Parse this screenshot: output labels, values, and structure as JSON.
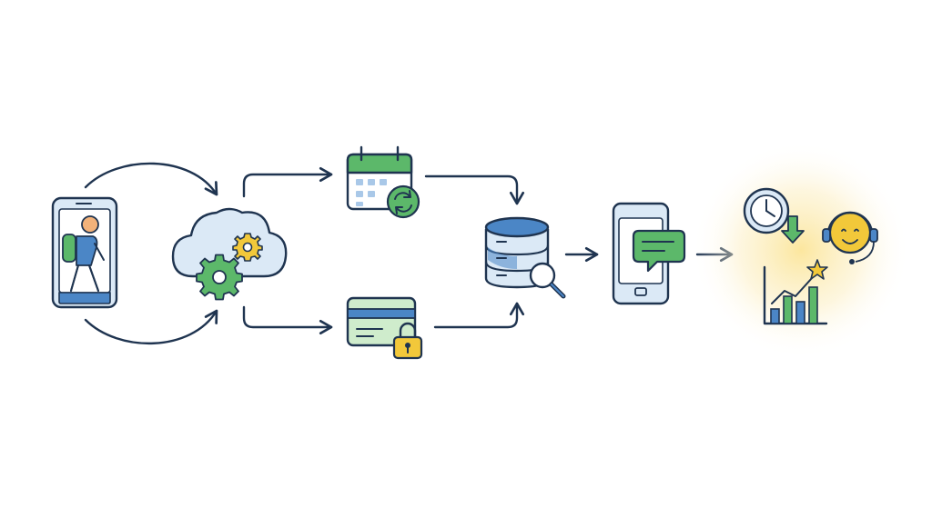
{
  "nodes": [
    {
      "id": "traveler-phone",
      "icon": "mobile-traveler-icon"
    },
    {
      "id": "cloud-processing",
      "icon": "cloud-gears-icon"
    },
    {
      "id": "booking-calendar",
      "icon": "calendar-sync-icon"
    },
    {
      "id": "secure-payment",
      "icon": "credit-card-lock-icon"
    },
    {
      "id": "database-search",
      "icon": "database-search-icon"
    },
    {
      "id": "phone-notification",
      "icon": "phone-message-icon"
    },
    {
      "id": "service-outcomes",
      "icon": "support-results-icon"
    }
  ],
  "edges": [
    {
      "from": "traveler-phone",
      "to": "cloud-processing",
      "style": "curved-top"
    },
    {
      "from": "traveler-phone",
      "to": "cloud-processing",
      "style": "curved-bottom"
    },
    {
      "from": "cloud-processing",
      "to": "booking-calendar",
      "style": "elbow"
    },
    {
      "from": "cloud-processing",
      "to": "secure-payment",
      "style": "elbow"
    },
    {
      "from": "booking-calendar",
      "to": "database-search",
      "style": "elbow"
    },
    {
      "from": "secure-payment",
      "to": "database-search",
      "style": "elbow"
    },
    {
      "from": "database-search",
      "to": "phone-notification",
      "style": "straight"
    },
    {
      "from": "phone-notification",
      "to": "service-outcomes",
      "style": "straight"
    }
  ],
  "colors": {
    "outline": "#1f3450",
    "blue": "#4b86c6",
    "light_blue": "#dbe9f6",
    "green": "#5cb86a",
    "light_green": "#cfeccc",
    "yellow": "#f2c83a",
    "glow": "#fbe7a3"
  }
}
